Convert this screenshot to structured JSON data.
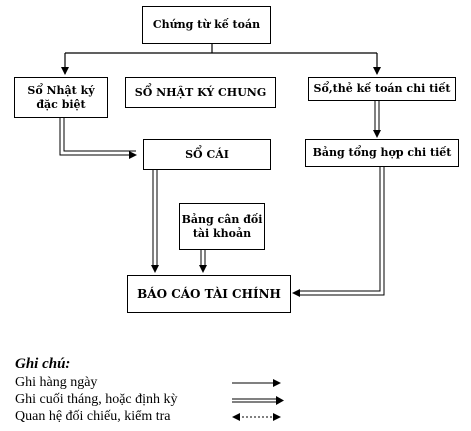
{
  "nodes": {
    "chung_tu": "Chứng từ kế toán",
    "so_nhat_ky_dac_biet": [
      "Sổ Nhật ký",
      "đặc biệt"
    ],
    "so_nhat_ky_chung": "SỔ NHẬT KÝ CHUNG",
    "so_the_chi_tiet": "Sổ,thẻ kế toán chi tiết",
    "so_cai": "SỔ CÁI",
    "bang_tong_hop": "Bảng tổng hợp chi tiết",
    "bang_can_doi": [
      "Bảng cân đối",
      "tài khoản"
    ],
    "bao_cao": "BÁO CÁO TÀI CHÍNH"
  },
  "legend": {
    "title": "Ghi chú:",
    "items": [
      "Ghi hàng ngày",
      "Ghi cuối tháng, hoặc định kỳ",
      "Quan hệ đối chiếu, kiểm tra"
    ]
  }
}
